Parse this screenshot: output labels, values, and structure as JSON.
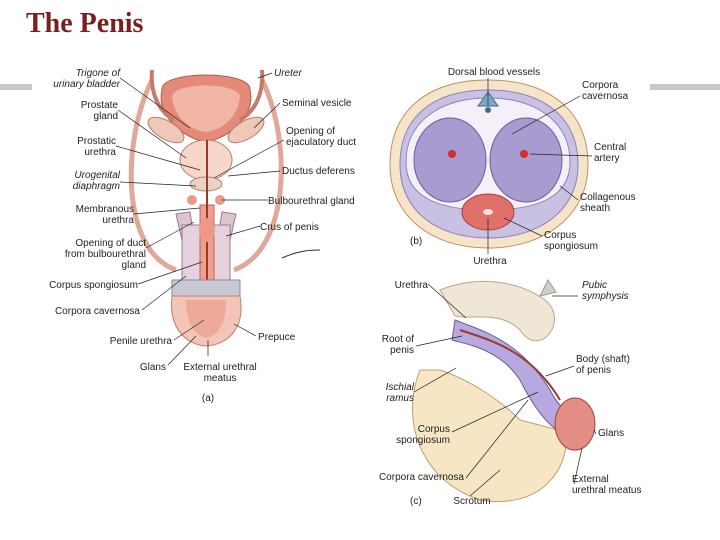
{
  "slide": {
    "title": "The Penis"
  },
  "panel_a": {
    "labels": {
      "trigone": "Trigone of|urinary bladder",
      "prostate": "Prostate|gland",
      "prostatic_urethra": "Prostatic|urethra",
      "urogenital_diaphragm": "Urogenital|diaphragm",
      "membranous_urethra": "Membranous|urethra",
      "opening_duct": "Opening of duct|from bulbourethral|gland",
      "corpus_spongiosum": "Corpus spongiosum",
      "corpora_cavernosa": "Corpora cavernosa",
      "penile_urethra": "Penile urethra",
      "glans": "Glans",
      "ext_urethral_meatus": "External urethral|meatus",
      "prepuce": "Prepuce",
      "crus": "Crus of penis",
      "bulbourethral": "Bulbourethral gland",
      "ductus": "Ductus deferens",
      "ejaculatory": "Opening of|ejaculatory duct",
      "seminal": "Seminal vesicle",
      "ureter": "Ureter"
    },
    "letter": "(a)"
  },
  "panel_b": {
    "labels": {
      "dorsal": "Dorsal blood vessels",
      "corpora": "Corpora|cavernosa",
      "central": "Central|artery",
      "sheath": "Collagenous|sheath",
      "spong": "Corpus|spongiosum",
      "urethra": "Urethra"
    },
    "letter": "(b)"
  },
  "panel_c": {
    "labels": {
      "urethra": "Urethra",
      "pubic": "Pubic|symphysis",
      "root": "Root of|penis",
      "ischial": "Ischial|ramus",
      "body": "Body (shaft)|of penis",
      "corpus": "Corpus|spongiosum",
      "glans": "Glans",
      "cavernosa": "Corpora cavernosa",
      "ext": "External|urethral meatus",
      "scrotum": "Scrotum"
    },
    "letter": "(c)"
  },
  "colors": {
    "title": "#7a1f1f",
    "rule": "#c8c8c8"
  }
}
